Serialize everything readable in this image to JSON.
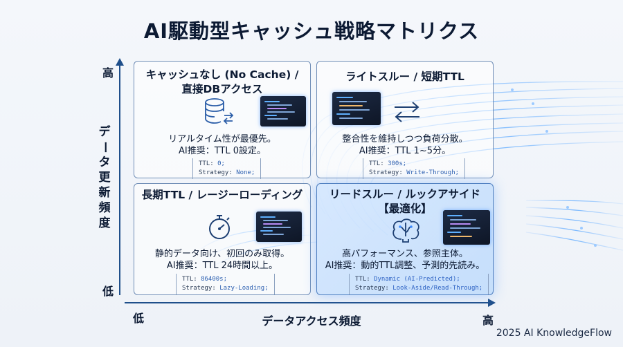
{
  "title": "AI駆動型キャッシュ戦略マトリクス",
  "axes": {
    "y_high": "高",
    "y_low": "低",
    "y_title_chars": [
      "デ",
      "ー",
      "タ",
      "更",
      "新",
      "頻",
      "度"
    ],
    "x_low": "低",
    "x_high": "高",
    "x_title": "データアクセス頻度"
  },
  "quadrants": {
    "top_left": {
      "title_lines": [
        "キャッシュなし (No Cache) /",
        "直接DBアクセス"
      ],
      "desc_lines": [
        "リアルタイム性が最優先。",
        "AI推奨：TTL 0設定。"
      ],
      "code": [
        {
          "key": "TTL: ",
          "value": "0;"
        },
        {
          "key": "Strategy: ",
          "value": "None;"
        }
      ],
      "icon": "database-sync-icon"
    },
    "top_right": {
      "title_lines": [
        "ライトスルー / 短期TTL"
      ],
      "desc_lines": [
        "整合性を維持しつつ負荷分散。",
        "AI推奨：TTL 1~5分。"
      ],
      "code": [
        {
          "key": "TTL: ",
          "value": "300s;"
        },
        {
          "key": "Strategy: ",
          "value": "Write-Through;"
        }
      ],
      "icon": "swap-arrows-icon"
    },
    "bottom_left": {
      "title_lines": [
        "長期TTL / レージーローディング"
      ],
      "desc_lines": [
        "静的データ向け、初回のみ取得。",
        "AI推奨：TTL 24時間以上。"
      ],
      "code": [
        {
          "key": "TTL: ",
          "value": "86400s;"
        },
        {
          "key": "Strategy: ",
          "value": "Lazy-Loading;"
        }
      ],
      "icon": "stopwatch-icon"
    },
    "bottom_right": {
      "title_lines": [
        "リードスルー / ルックアサイド",
        "【最適化】"
      ],
      "desc_lines": [
        "高パフォーマンス、参照主体。",
        "AI推奨：動的TTL調整、予測的先読み。"
      ],
      "code": [
        {
          "key": "TTL: ",
          "value": "Dynamic (AI-Predicted);"
        },
        {
          "key": "Strategy: ",
          "value": "Look-Aside/Read-Through;"
        }
      ],
      "icon": "ai-brain-icon"
    }
  },
  "footer": "2025 AI KnowledgeFlow",
  "colors": {
    "axis": "#1f4f8a",
    "accent": "#3d8bff",
    "highlight_bg": "#cfe3fd"
  }
}
